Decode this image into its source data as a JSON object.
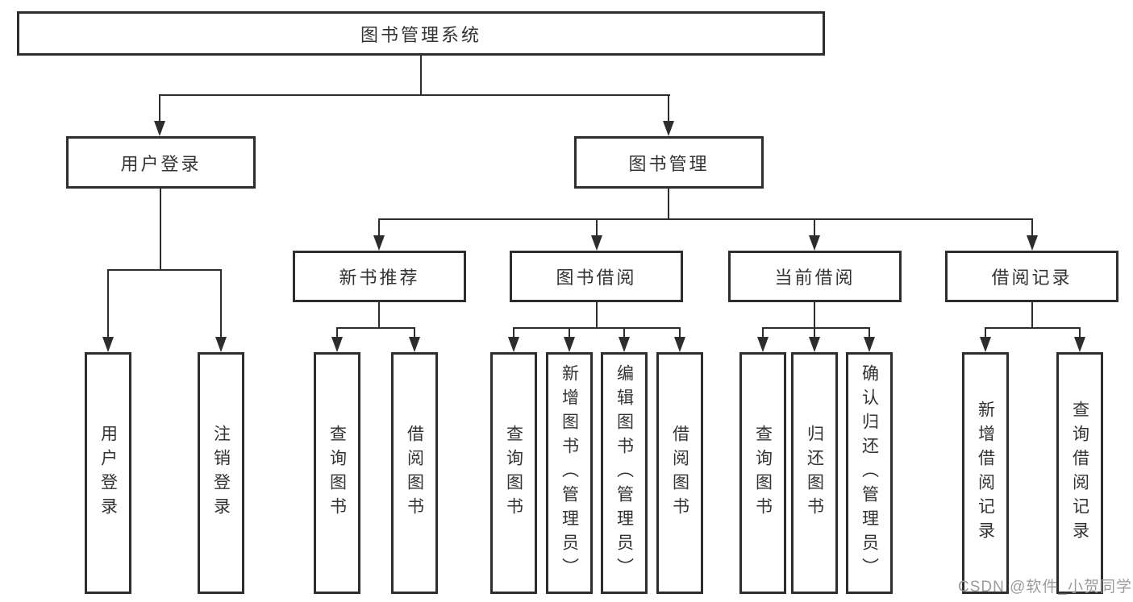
{
  "colors": {
    "line": "#2d2d2d",
    "box_border": "#2d2d2d",
    "text": "#333333",
    "watermark": "#9c9c9c",
    "background": "#ffffff"
  },
  "watermark": {
    "text": "CSDN @软件_小贺同学"
  },
  "tree": {
    "root": {
      "label": "图书管理系统"
    },
    "children": [
      {
        "label": "用户登录",
        "children": [
          {
            "label": "用户登录"
          },
          {
            "label": "注销登录"
          }
        ]
      },
      {
        "label": "图书管理",
        "children": [
          {
            "label": "新书推荐",
            "children": [
              {
                "label": "查询图书"
              },
              {
                "label": "借阅图书"
              }
            ]
          },
          {
            "label": "图书借阅",
            "children": [
              {
                "label": "查询图书"
              },
              {
                "label": "新增图书（管理员）"
              },
              {
                "label": "编辑图书（管理员）"
              },
              {
                "label": "借阅图书"
              }
            ]
          },
          {
            "label": "当前借阅",
            "children": [
              {
                "label": "查询图书"
              },
              {
                "label": "归还图书"
              },
              {
                "label": "确认归还（管理员）"
              }
            ]
          },
          {
            "label": "借阅记录",
            "children": [
              {
                "label": "新增借阅记录"
              },
              {
                "label": "查询借阅记录"
              }
            ]
          }
        ]
      }
    ]
  }
}
